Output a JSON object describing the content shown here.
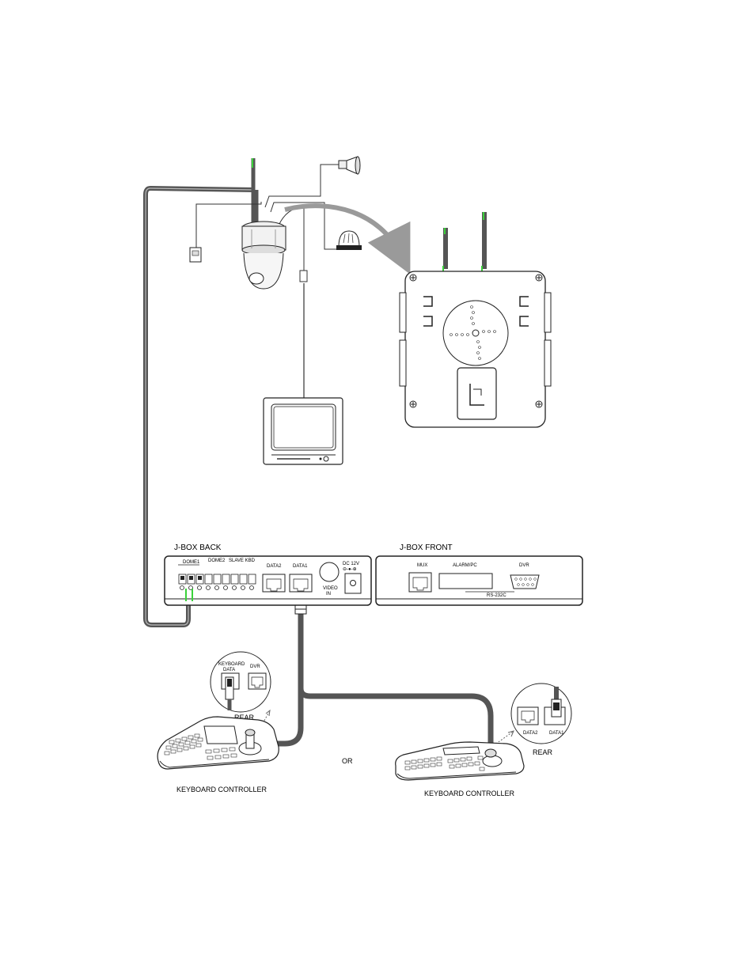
{
  "jbox_back": {
    "title": "J-BOX BACK",
    "dome1": "DOME1",
    "dome2": "DOME2",
    "slave_kbd": "SLAVE KBD",
    "data2": "DATA2",
    "data1": "DATA1",
    "dc12v": "DC 12V",
    "video": "VIDEO",
    "in": "IN"
  },
  "jbox_front": {
    "title": "J-BOX FRONT",
    "mux": "MUX",
    "alarm_pc": "ALARM/PC",
    "dvr": "DVR",
    "rs232c": "RS-232C"
  },
  "keyboard_left": {
    "port1_line1": "KEYBOARD",
    "port1_line2": "DATA",
    "port2": "DVR",
    "rear": "REAR",
    "caption": "KEYBOARD CONTROLLER"
  },
  "keyboard_right": {
    "port1": "DATA2",
    "port2": "DATA1",
    "rear": "REAR",
    "caption": "KEYBOARD CONTROLLER"
  },
  "or_text": "OR"
}
